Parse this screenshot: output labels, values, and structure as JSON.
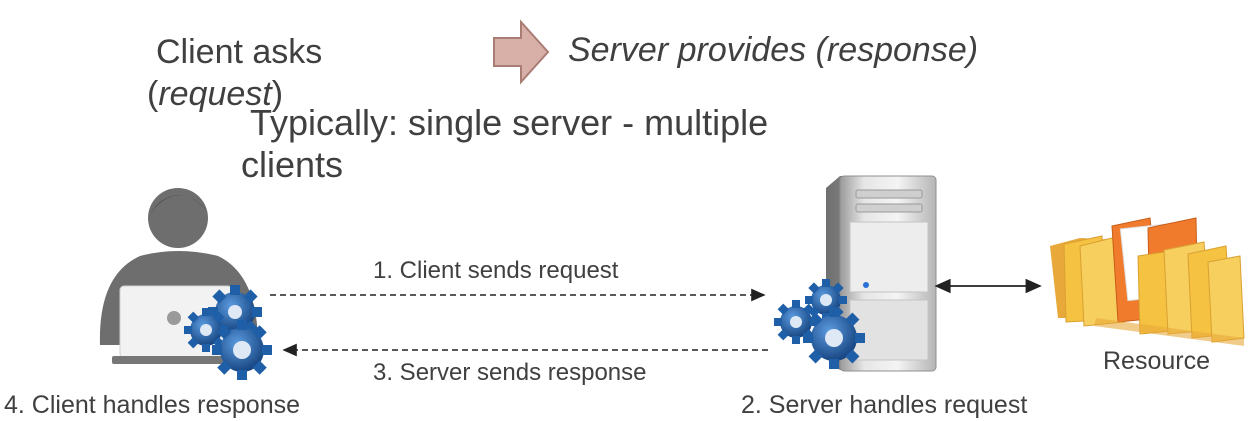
{
  "title": {
    "client_asks": "Client asks",
    "request_open": "(",
    "request_word": "request",
    "request_close": ")",
    "server_provides": "Server provides (response)"
  },
  "note": {
    "line1": "Typically: single server - multiple",
    "line2": "clients"
  },
  "steps": {
    "step1": "1. Client sends request",
    "step2": "2. Server handles request",
    "step3": "3. Server sends response",
    "step4": "4. Client handles response"
  },
  "resource_label": "Resource",
  "icons": {
    "user": "user-with-laptop-icon",
    "gears": "gears-icon",
    "server": "server-tower-icon",
    "folders": "folders-icon",
    "arrow": "block-arrow-right-icon"
  },
  "colors": {
    "arrow_fill": "#d9b0a8",
    "arrow_stroke": "#a97d74",
    "gear_blue": "#1f5fa8",
    "person_gray": "#6e6e6e",
    "folder_yellow": "#f5c242",
    "folder_orange": "#f07b2c"
  }
}
